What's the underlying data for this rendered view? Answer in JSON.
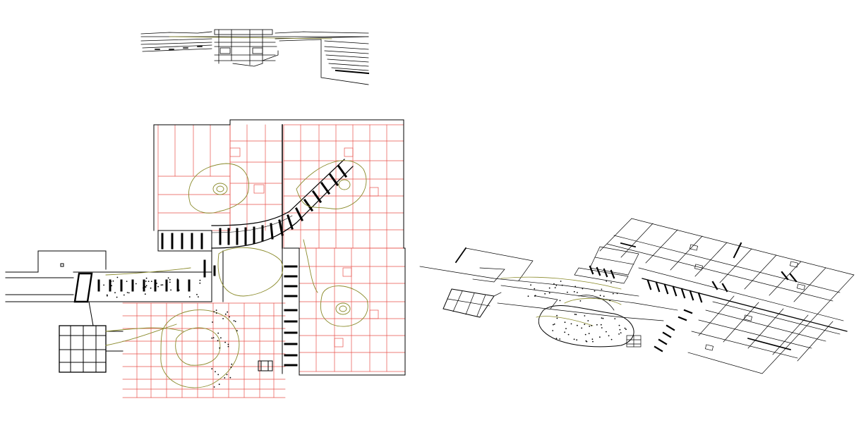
{
  "drawing": {
    "background": "#ffffff",
    "line_color": "#000000",
    "grid_color": "#e8504a",
    "contour_color": "#8a8a2a",
    "views": [
      {
        "name": "elevation-view"
      },
      {
        "name": "site-plan-view"
      },
      {
        "name": "axonometric-view"
      }
    ]
  }
}
